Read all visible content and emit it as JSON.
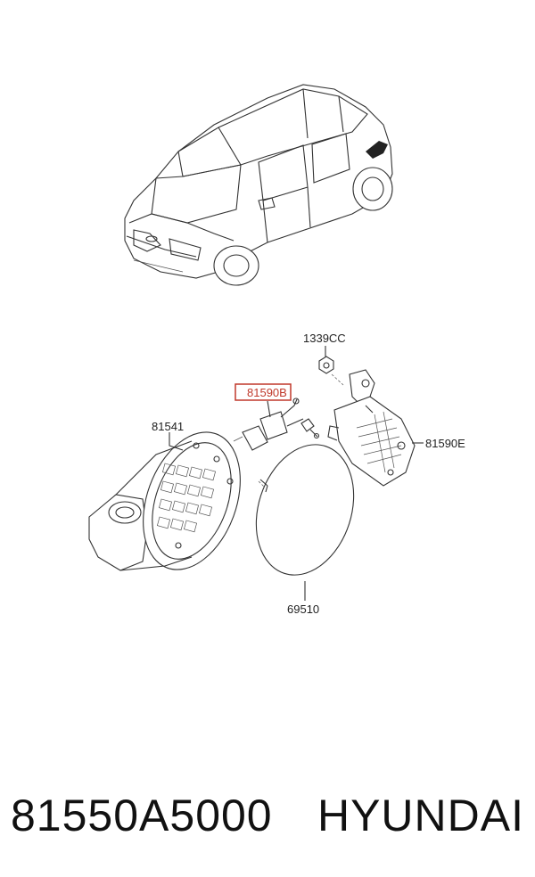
{
  "labels": {
    "bolt": "1339CC",
    "highlight": "81590B",
    "housing": "81541",
    "actuator": "81590E",
    "door": "69510"
  },
  "caption": {
    "part_number": "81550A5000",
    "brand": "HYUNDAI"
  },
  "colors": {
    "highlight": "#c0392b",
    "line": "#333333"
  }
}
